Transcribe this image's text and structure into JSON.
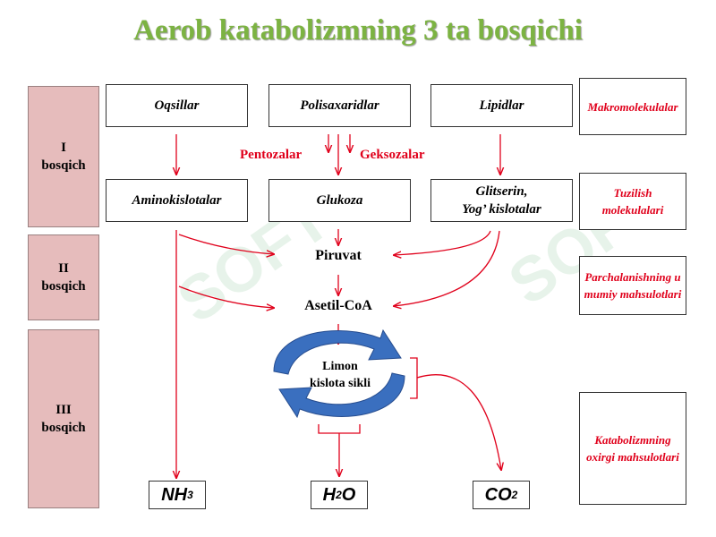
{
  "title": "Aerob katabolizmning 3 ta bosqichi",
  "stages": {
    "s1": [
      "I",
      "bosqich"
    ],
    "s2": [
      "II",
      "bosqich"
    ],
    "s3": [
      "III",
      "bosqich"
    ]
  },
  "row1": {
    "a": "Oqsillar",
    "b": "Polisaxaridlar",
    "c": "Lipidlar"
  },
  "labels": {
    "pentoza": "Pentozalar",
    "geksoza": "Geksozalar"
  },
  "row2": {
    "a": "Aminokislotalar",
    "b": "Glukoza",
    "c1": "Glitserin,",
    "c2": "Yog’ kislotalar"
  },
  "nodes": {
    "piruvat": "Piruvat",
    "asetil": "Asetil-CoA"
  },
  "cycle": [
    "Limon",
    "kislota sikli"
  ],
  "products": {
    "nh3": {
      "main": "NH",
      "sub": "3"
    },
    "h2o": {
      "main": "H",
      "sub": "2",
      "tail": "O"
    },
    "co2": {
      "main": "CO",
      "sub": "2"
    }
  },
  "side": {
    "makro": "Makromolekulalar",
    "tuzilish": "Tuzilish molekulalari",
    "parcha": "Parchalanishning umumiy mahsulotlari",
    "kata": "Katabolizmning oxirgi mahsulotlari"
  },
  "watermark": "SOFT",
  "colors": {
    "title": "#7cb342",
    "arrow": "#e0001b",
    "stage": "#e6bcbc",
    "cycle": "#3a6fbf"
  }
}
